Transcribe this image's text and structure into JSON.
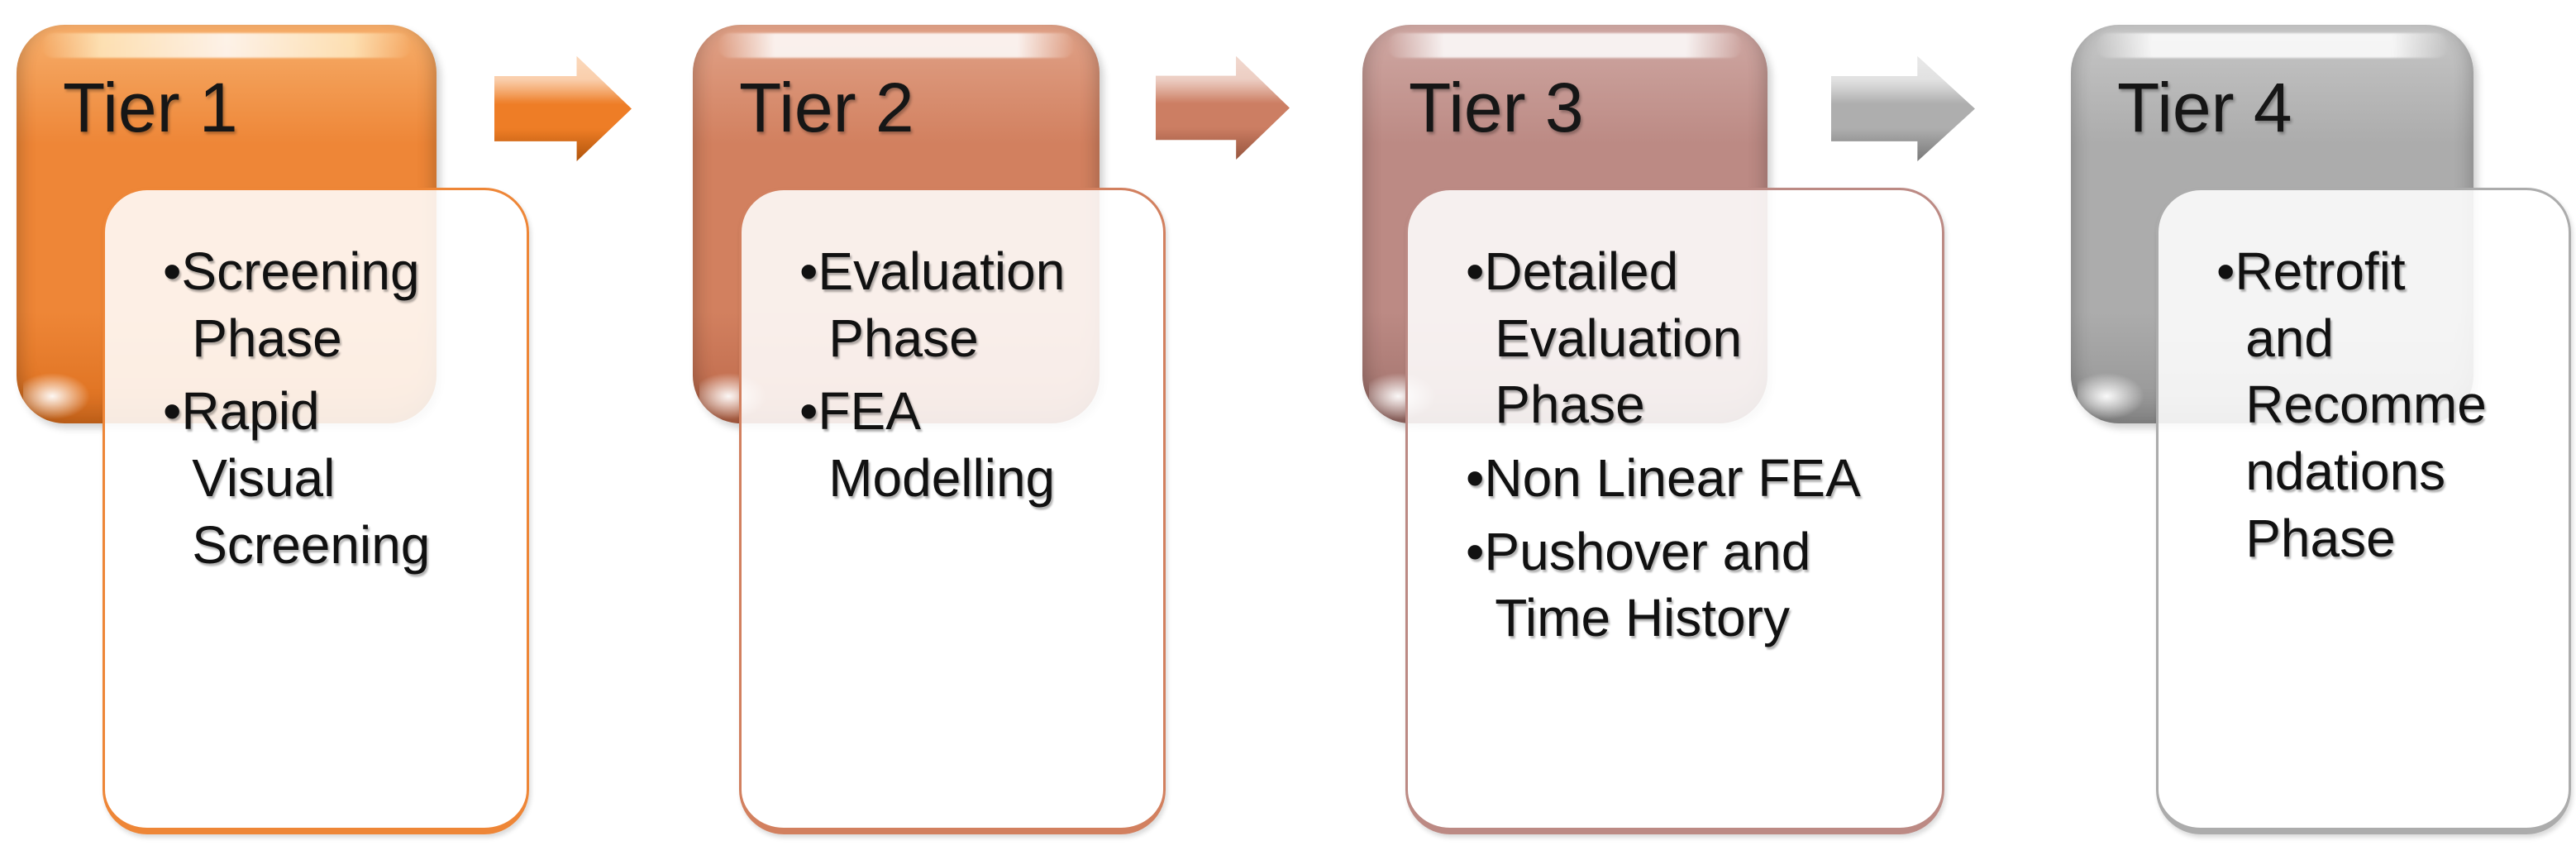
{
  "diagram": {
    "type": "process-flow",
    "background": "#FFFFFF",
    "text_color": "#161616",
    "units": [
      {
        "title": "Tier 1",
        "bullets": [
          "Screening Phase",
          "Rapid Visual Screening"
        ],
        "color": "#EE8637"
      },
      {
        "title": "Tier 2",
        "bullets": [
          "Evaluation Phase",
          "FEA Modelling"
        ],
        "color": "#D2805F"
      },
      {
        "title": "Tier 3",
        "bullets": [
          "Detailed Evaluation Phase",
          "Non Linear FEA",
          "Pushover and Time History"
        ],
        "color": "#BC8A84"
      },
      {
        "title": "Tier 4",
        "bullets": [
          "Retrofit and Recommendations Phase"
        ],
        "color": "#ACACAC"
      }
    ],
    "arrows": [
      {
        "name": "arrow-1",
        "color": "#EE7D26"
      },
      {
        "name": "arrow-2",
        "color": "#CC7E63"
      },
      {
        "name": "arrow-3",
        "color": "#ADADAD"
      }
    ]
  }
}
